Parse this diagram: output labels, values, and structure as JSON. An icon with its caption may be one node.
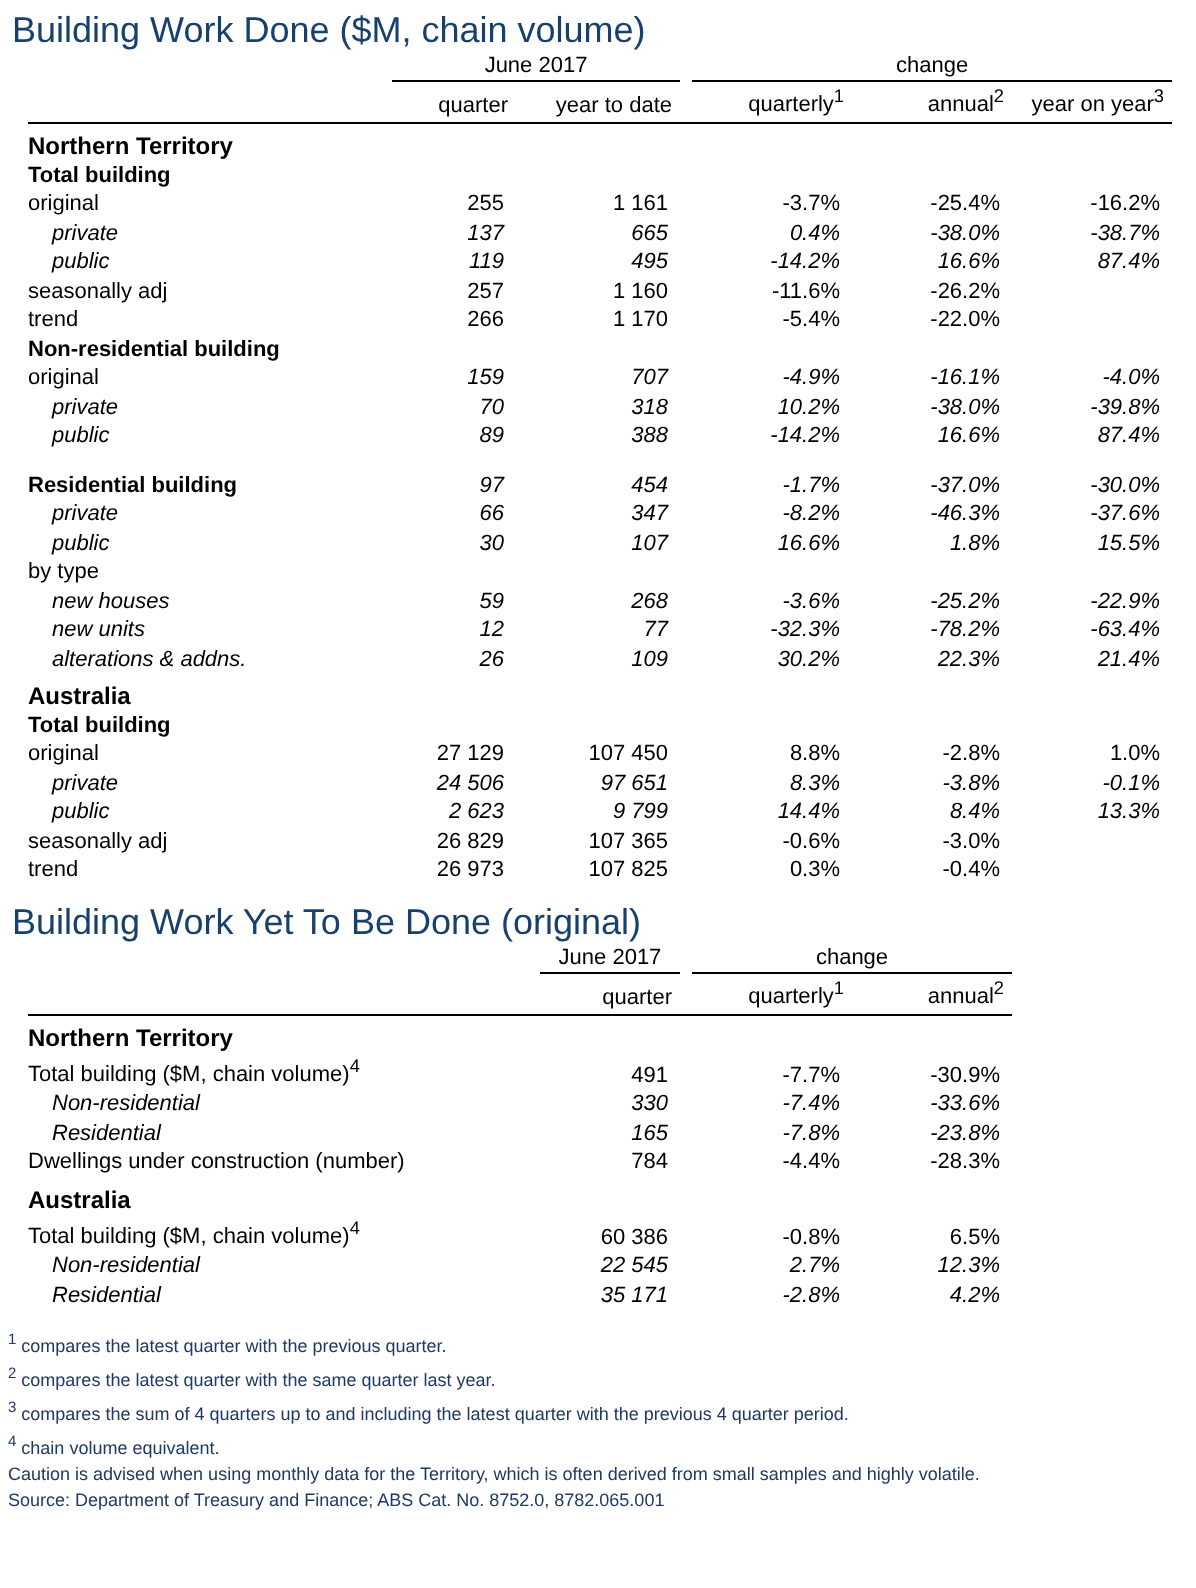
{
  "diagram": {
    "title": "Building Work Done ($M, chain volume)",
    "labels": [
      "June 2017",
      "change",
      "quarter",
      "year to date",
      "quarterly$^{1}$",
      "annual$^{2}$",
      "year on year$^{3}$",
      "Northern Territory",
      "Total building",
      "original",
      "255",
      "1 161",
      "-3.7%",
      "-25.4%",
      "-16.2%",
      "private",
      "137",
      "665",
      "0.4%",
      "-38.0%",
      "-38.7%",
      "public",
      "119",
      "495",
      "-14.2%",
      "16.6%",
      "87.4%",
      "seasonally adj",
      "257",
      "1 160",
      "-11.6%",
      "-26.2%",
      "trend",
      "266",
      "1 170",
      "-5.4%",
      "-22.0%",
      "Non-residential building",
      "original",
      "159",
      "707",
      "-4.9%",
      "-16.1%",
      "-4.0%",
      "private",
      "70",
      "318",
      "10.2%",
      "-38.0%",
      "-39.8%",
      "public",
      "89",
      "388",
      "-14.2%",
      "16.6%",
      "87.4%",
      "Residential building",
      "97",
      "454",
      "-1.7%",
      "-37.0%",
      "-30.0%",
      "private",
      "66",
      "347",
      "-8.2%",
      "-46.3%",
      "-37.6%",
      "public",
      "30",
      "107",
      "16.6%",
      "1.8%",
      "15.5%",
      "by type",
      "new houses",
      "59",
      "268",
      "-3.6%",
      "-25.2%",
      "-22.9%",
      "new units",
      "12",
      "77",
      "-32.3%",
      "-78.2%",
      "-63.4%",
      "alterations & addns.",
      "26",
      "109",
      "30.2%",
      "22.3%",
      "21.4%",
      "Australia",
      "Total building",
      "original",
      "27 129",
      "107 450",
      "8.8%",
      "-2.8%",
      "1.0%",
      "private",
      "24 506",
      "97 651",
      "8.3%",
      "-3.8%",
      "-0.1%",
      "public",
      "2 623",
      "9 799",
      "14.4%",
      "8.4%",
      "13.3%",
      "seasonally adj",
      "26 829",
      "107 365",
      "-0.6%",
      "-3.0%",
      "trend",
      "26 973",
      "107 825",
      "0.3%",
      "-0.4%",
      "Building Work Yet To Be Done (original)",
      "June 2017",
      "change",
      "quarter",
      "quarterly$^{1}$",
      "annual$^{2}$",
      "Northern Territory",
      "Total building ($M, chain volume)$^{4}$",
      "491",
      "-7.7%",
      "-30.9%",
      "Non-residential",
      "330",
      "-7.4%",
      "-33.6%",
      "Residential",
      "165",
      "-7.8%",
      "-23.8%",
      "Dwellings under construction (number)",
      "784",
      "-4.4%",
      "-28.3%",
      "Australia",
      "Total building ($M, chain volume)$^{4}$",
      "60 386",
      "-0.8%",
      "6.5%",
      "Non-residential",
      "22 545",
      "2.7%",
      "12.3%",
      "Residential",
      "35 171",
      "-2.8%",
      "4.2%",
      "$^{1}$ compares the latest quarter with the previous quarter.",
      "$^{2}$ compares the latest quarter with the same quarter last year.",
      "$^{3}$ compares the sum of 4 quarters up to and including the latest quarter with the previous 4 quarter period.",
      "$^{4}$ chain volume equivalent.",
      "Caution is advised when using monthly data for the Territory, which is often derived from small samples and highly volatile.",
      "Source: Department of Treasury and Finance; ABS Cat. No. 8752.0, 8782.065.001"
    ]
  }
}
